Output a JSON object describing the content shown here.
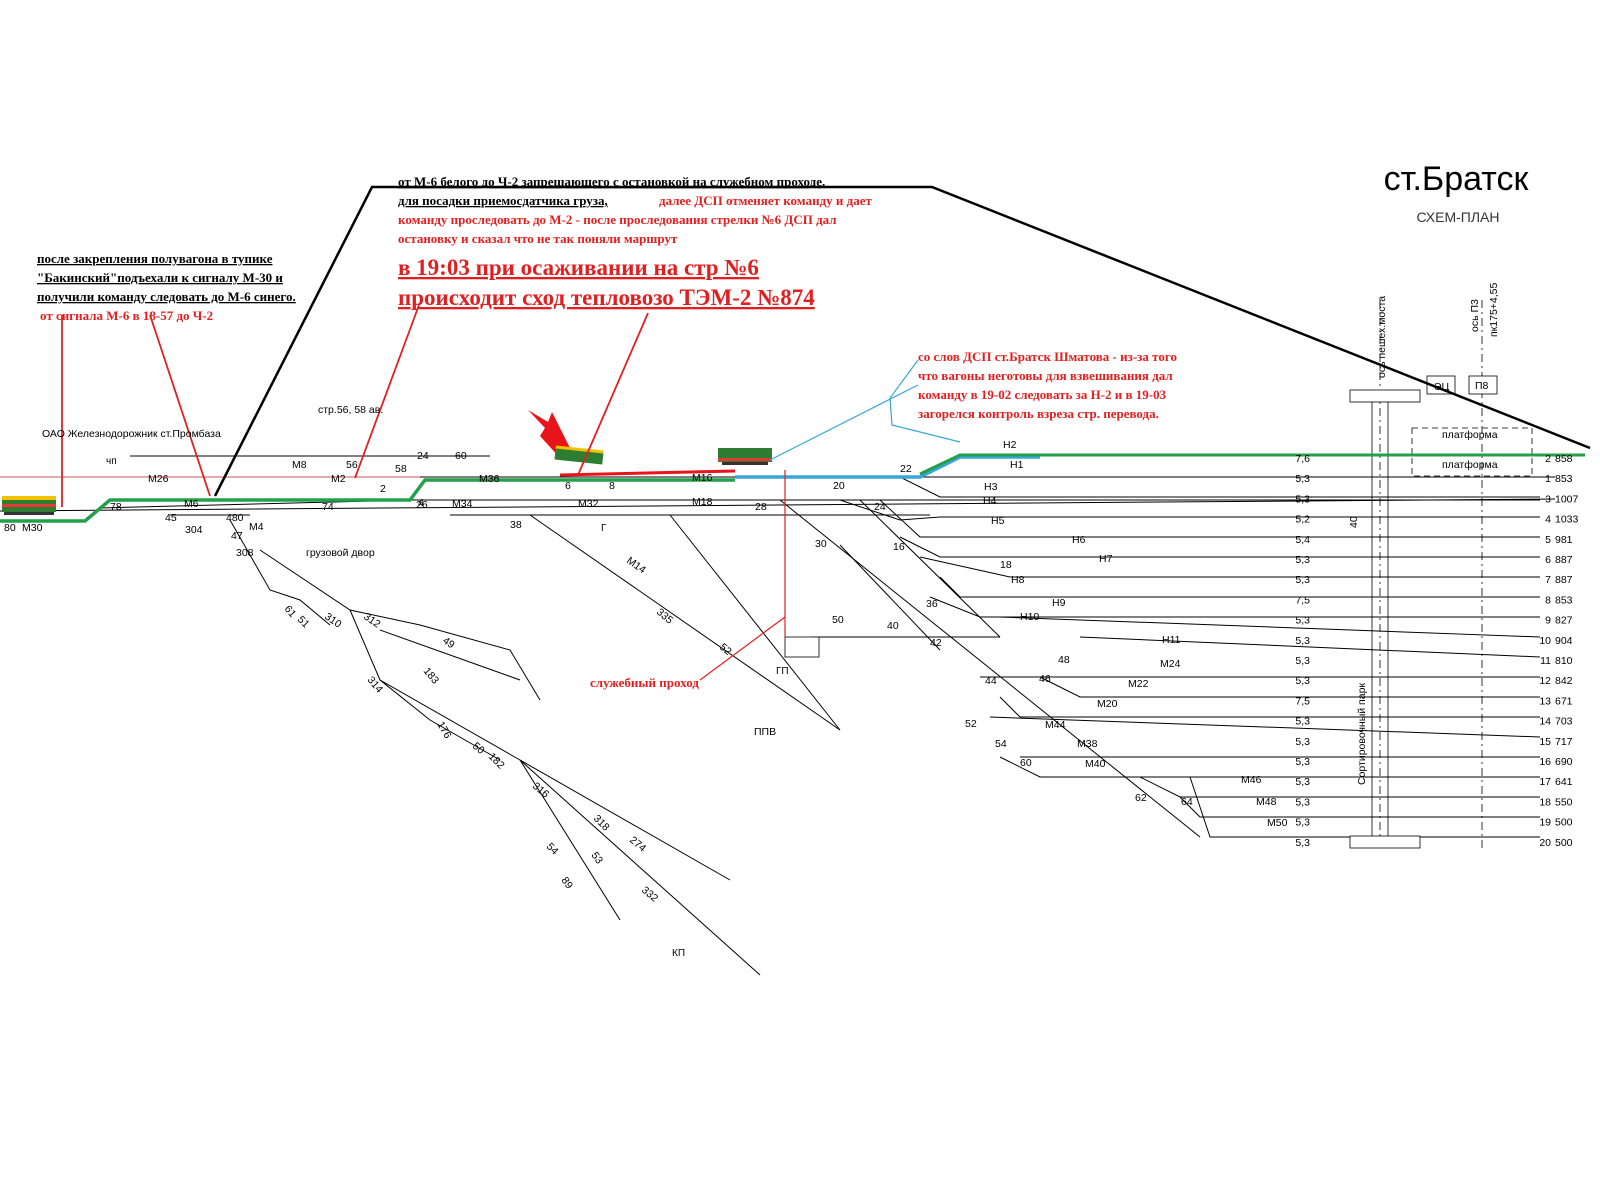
{
  "header": {
    "station_title": "ст.Братск",
    "subtitle": "СХЕМ-ПЛАН"
  },
  "notes": {
    "note1": [
      "после закрепления полувагона в тупике",
      "\"Бакинский\"подъехали к сигналу  М-30 и",
      "получили команду следовать до М-6 синего."
    ],
    "note1_red": "от сигнала М-6 в 18-57 до Ч-2",
    "note2_black": [
      "от М-6 белого до Ч-2 запрещающего с остановкой на служебном проходе,",
      "для посадки приемосдатчика груза,"
    ],
    "note2_red_inline": "далее ДСП отменяет команду и дает",
    "note2_red": [
      "команду проследовать до М-2 - после проследования стрелки №6 ДСП дал",
      "остановку и сказал что не так поняли маршрут"
    ],
    "note_big": [
      "в 19:03 при осаживании на стр №6",
      "происходит сход тепловозо ТЭМ-2 №874"
    ],
    "note3": [
      "со слов ДСП ст.Братск Шматова - из-за того",
      "что вагоны неготовы для взвешивания дал",
      "команду в 19-02 следовать за Н-2 и в 19-03",
      "загорелся контроль взреза стр. перевода."
    ],
    "service_passage": "служебный проход"
  },
  "labels": {
    "oao": "ОАО Железнодорожник ст.Промбаза",
    "str56": "стр.56, 58 ав.",
    "freight_yard": "грузовой двор",
    "ppv": "ППВ",
    "sort_park": "Сортировочный парк",
    "bridge_axis": "ось пешех.моста",
    "p3_axis": "ось П3",
    "pk": "пк175+4,55",
    "ec": "ЭЦ",
    "p8": "П8",
    "platform1": "платформа",
    "platform2": "платформа",
    "chp": "чп",
    "gp": "ГП",
    "g": "Г",
    "kp": "КП"
  },
  "signals": [
    "М30",
    "М26",
    "М6",
    "М4",
    "М8",
    "М2",
    "М36",
    "М34",
    "М32",
    "М16",
    "М18",
    "М14",
    "Н2",
    "Н1",
    "Н3",
    "Н4",
    "Н5",
    "Н6",
    "Н7",
    "Н8",
    "Н9",
    "Н10",
    "Н11",
    "М24",
    "М22",
    "М20",
    "М44",
    "М38",
    "М40",
    "М46",
    "М48",
    "М50"
  ],
  "switches": [
    "80",
    "78",
    "45",
    "304",
    "480",
    "47",
    "308",
    "74",
    "56",
    "58",
    "24",
    "60",
    "2",
    "4",
    "26",
    "6",
    "8",
    "38",
    "28",
    "20",
    "22",
    "24",
    "16",
    "18",
    "30",
    "36",
    "40",
    "42",
    "50",
    "44",
    "46",
    "48",
    "52",
    "54",
    "60",
    "62",
    "64",
    "312",
    "310",
    "314",
    "183",
    "49",
    "61",
    "51",
    "176",
    "50",
    "182",
    "316",
    "318",
    "274",
    "54",
    "89",
    "53",
    "332",
    "52",
    "335",
    "40",
    "4"
  ],
  "tracks": [
    {
      "num": "2",
      "len": "7,6",
      "end": "858"
    },
    {
      "num": "1",
      "len": "5,3",
      "end": "853"
    },
    {
      "num": "3",
      "len": "5,3",
      "end": "1007"
    },
    {
      "num": "4",
      "len": "5,2",
      "end": "1033"
    },
    {
      "num": "5",
      "len": "5,4",
      "end": "981"
    },
    {
      "num": "6",
      "len": "5,3",
      "end": "887"
    },
    {
      "num": "7",
      "len": "5,3",
      "end": "887"
    },
    {
      "num": "8",
      "len": "7,5",
      "end": "853"
    },
    {
      "num": "9",
      "len": "5,3",
      "end": "827"
    },
    {
      "num": "10",
      "len": "5,3",
      "end": "904"
    },
    {
      "num": "11",
      "len": "5,3",
      "end": "810"
    },
    {
      "num": "12",
      "len": "5,3",
      "end": "842"
    },
    {
      "num": "13",
      "len": "7,5",
      "end": "671"
    },
    {
      "num": "14",
      "len": "5,3",
      "end": "703"
    },
    {
      "num": "15",
      "len": "5,3",
      "end": "717"
    },
    {
      "num": "16",
      "len": "5,3",
      "end": "690"
    },
    {
      "num": "17",
      "len": "5,3",
      "end": "641"
    },
    {
      "num": "18",
      "len": "5,3",
      "end": "550"
    },
    {
      "num": "19",
      "len": "5,3",
      "end": "500"
    },
    {
      "num": "20",
      "len": "5,3",
      "end": "500"
    }
  ],
  "colors": {
    "route_green": "#23a04a",
    "route_blue": "#3aa6d8",
    "note_red": "#e02020",
    "derail_red": "#e8141a"
  }
}
